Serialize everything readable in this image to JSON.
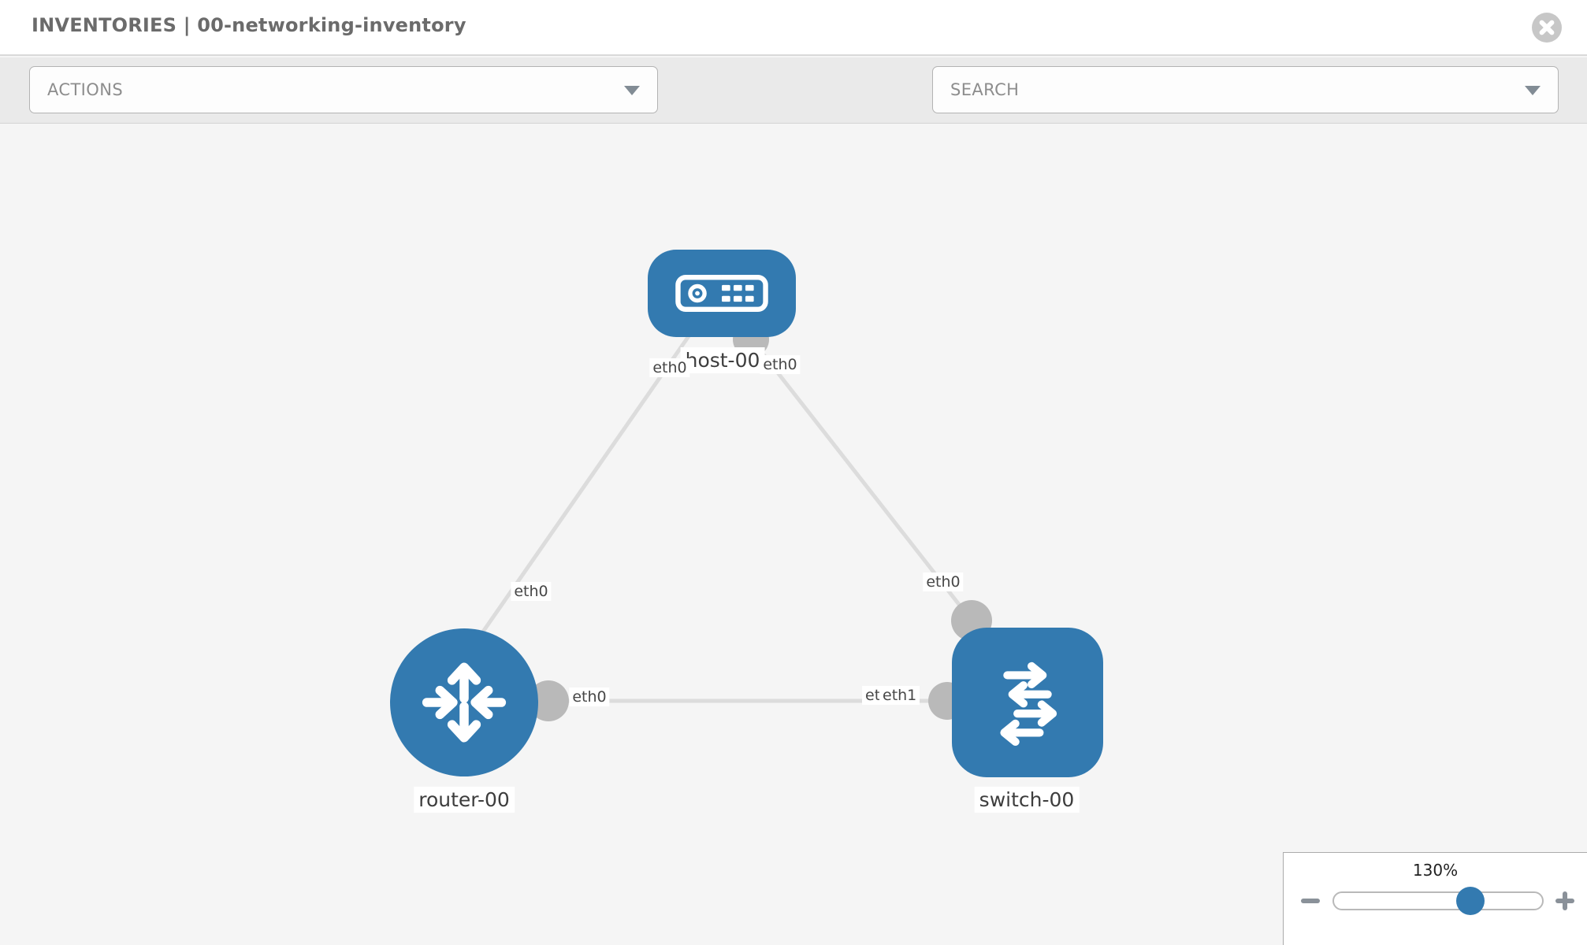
{
  "header": {
    "title": "INVENTORIES | 00-networking-inventory",
    "close_icon": "circle-x-icon"
  },
  "toolbar": {
    "actions_placeholder": "ACTIONS",
    "search_placeholder": "SEARCH",
    "tool_icons": [
      "wrench-icon",
      "key-icon"
    ]
  },
  "topology": {
    "nodes": [
      {
        "id": "host-00",
        "type": "host",
        "label": "host-00"
      },
      {
        "id": "router-00",
        "type": "router",
        "label": "router-00"
      },
      {
        "id": "switch-00",
        "type": "switch",
        "label": "switch-00"
      }
    ],
    "links": [
      {
        "from": "host-00",
        "to": "router-00",
        "from_interface": "eth0",
        "to_interface": "eth0"
      },
      {
        "from": "host-00",
        "to": "switch-00",
        "from_interface": "eth0",
        "to_interface": "eth0"
      },
      {
        "from": "router-00",
        "to": "switch-00",
        "from_interface": "eth0",
        "to_interface": "eth1"
      }
    ],
    "overlapped_partial_label": "eth0"
  },
  "zoom_control": {
    "level": "130%"
  },
  "colors": {
    "node_blue": "#337ab0",
    "link_gray": "#dcdcdc",
    "port_gray": "#b9b9b9",
    "canvas_bg": "#f5f5f5",
    "toolbar_bg": "#eaeaea"
  }
}
